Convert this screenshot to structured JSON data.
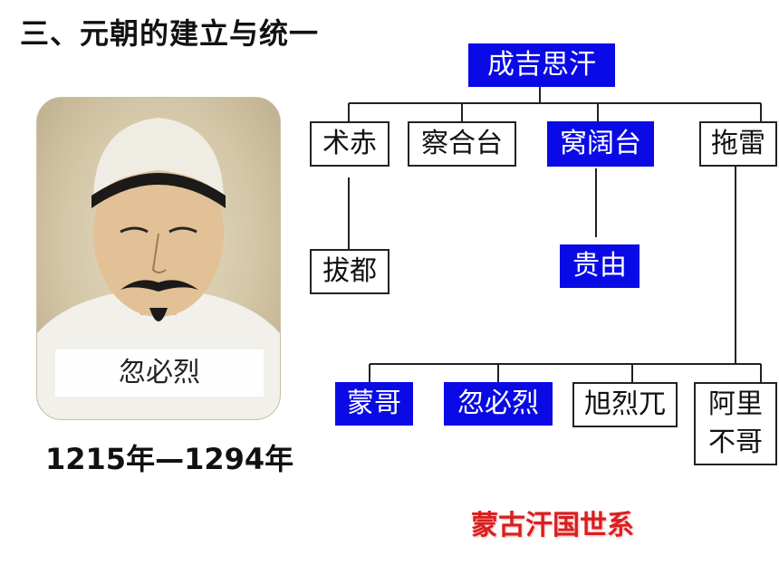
{
  "title": "三、元朝的建立与统一",
  "portrait": {
    "caption": "忽必烈",
    "years": "1215年—1294年"
  },
  "tree": {
    "root": "成吉思汗",
    "sons": [
      "术赤",
      "察合台",
      "窝阔台",
      "拖雷"
    ],
    "grandsons_a": [
      "拔都",
      "贵由"
    ],
    "grandsons_b": [
      "蒙哥",
      "忽必烈",
      "旭烈兀"
    ],
    "grandsons_b_last": {
      "line1": "阿里",
      "line2": "不哥"
    }
  },
  "legend": "蒙古汗国世系",
  "colors": {
    "highlight": "#0a0ae6",
    "legend": "#d81f1f"
  }
}
